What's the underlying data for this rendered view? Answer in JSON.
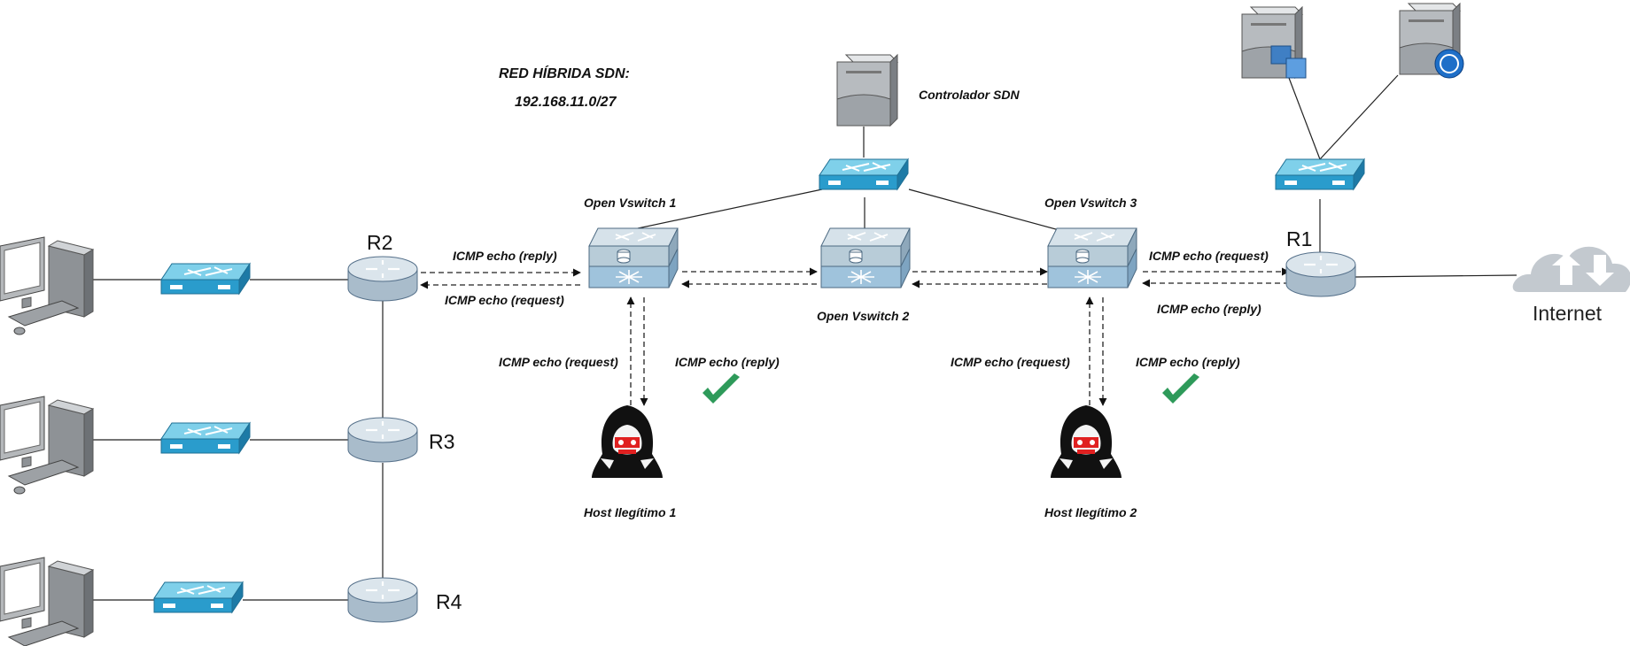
{
  "title": {
    "line1": "RED HÍBRIDA SDN:",
    "line2": "192.168.11.0/27"
  },
  "controller": {
    "label": "Controlador SDN",
    "icon": "server-icon"
  },
  "ovs": {
    "ovs1": "Open Vswitch 1",
    "ovs2": "Open Vswitch 2",
    "ovs3": "Open Vswitch 3"
  },
  "routers": {
    "r1": "R1",
    "r2": "R2",
    "r3": "R3",
    "r4": "R4"
  },
  "internet": {
    "label": "Internet",
    "icon": "cloud-icon"
  },
  "hosts": {
    "h1": "Host Ilegítimo 1",
    "h2": "Host Ilegítimo 2"
  },
  "icmp": {
    "r2_top": "ICMP echo (reply)",
    "r2_bottom": "ICMP echo (request)",
    "h1_left": "ICMP echo (request)",
    "h1_right": "ICMP echo (reply)",
    "h2_left": "ICMP echo (request)",
    "h2_right": "ICMP echo (reply)",
    "r1_top": "ICMP echo (request)",
    "r1_bottom": "ICMP echo (reply)"
  },
  "colors": {
    "switch_top": "#7fd0ea",
    "switch_side": "#2a8fbf",
    "ovs_body": "#b8ccd8",
    "router_body": "#c8d6e0",
    "check": "#2e9a5a",
    "hacker_eye": "#e02020"
  }
}
